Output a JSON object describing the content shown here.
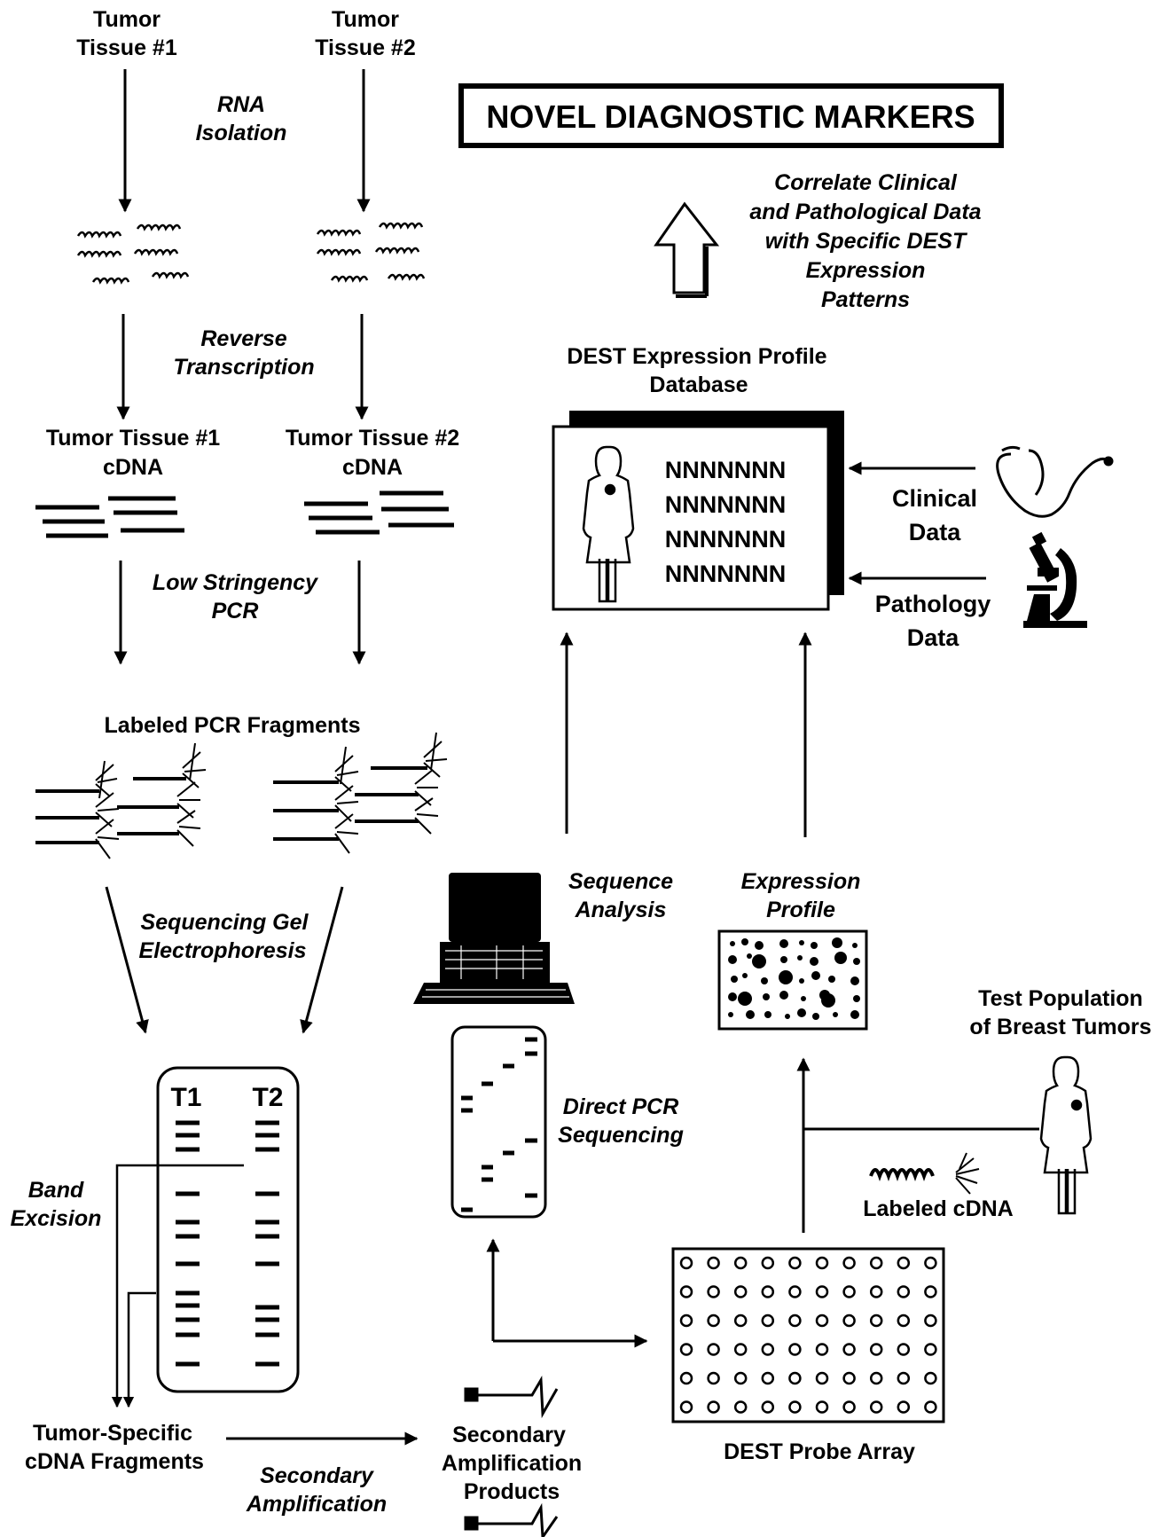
{
  "title": "NOVEL DIAGNOSTIC MARKERS",
  "tissues": [
    "Tumor",
    "Tissue #1",
    "Tumor",
    "Tissue #2"
  ],
  "steps": {
    "rna_isolation": [
      "RNA",
      "Isolation"
    ],
    "reverse_transcription": [
      "Reverse",
      "Transcription"
    ],
    "low_stringency_pcr": [
      "Low Stringency",
      "PCR"
    ],
    "sequencing_gel": [
      "Sequencing Gel",
      "Electrophoresis"
    ],
    "band_excision": [
      "Band",
      "Excision"
    ],
    "secondary_amplification": [
      "Secondary",
      "Amplification"
    ],
    "direct_pcr_sequencing": [
      "Direct PCR",
      "Sequencing"
    ],
    "sequence_analysis": [
      "Sequence",
      "Analysis"
    ],
    "expression_profile": [
      "Expression",
      "Profile"
    ],
    "correlate": [
      "Correlate Clinical",
      "and Pathological Data",
      "with Specific DEST",
      "Expression",
      "Patterns"
    ]
  },
  "cdna": [
    "Tumor Tissue #1",
    "cDNA",
    "Tumor Tissue #2",
    "cDNA"
  ],
  "labeled_pcr_fragments": "Labeled PCR Fragments",
  "gel_lanes": [
    "T1",
    "T2"
  ],
  "tumor_specific_fragments": [
    "Tumor-Specific",
    "cDNA Fragments"
  ],
  "secondary_products": [
    "Secondary",
    "Amplification",
    "Products"
  ],
  "probe_array": "DEST Probe Array",
  "test_population": [
    "Test Population",
    "of Breast Tumors"
  ],
  "labeled_cdna": "Labeled cDNA",
  "database_title": [
    "DEST Expression Profile",
    "Database"
  ],
  "database_rows": [
    "NNNNNNN",
    "NNNNNNN",
    "NNNNNNN",
    "NNNNNNN"
  ],
  "clinical_data": [
    "Clinical",
    "Data"
  ],
  "pathology_data": [
    "Pathology",
    "Data"
  ],
  "icons": [
    "stethoscope-icon",
    "microscope-icon",
    "computer-icon",
    "woman-figure-icon"
  ]
}
